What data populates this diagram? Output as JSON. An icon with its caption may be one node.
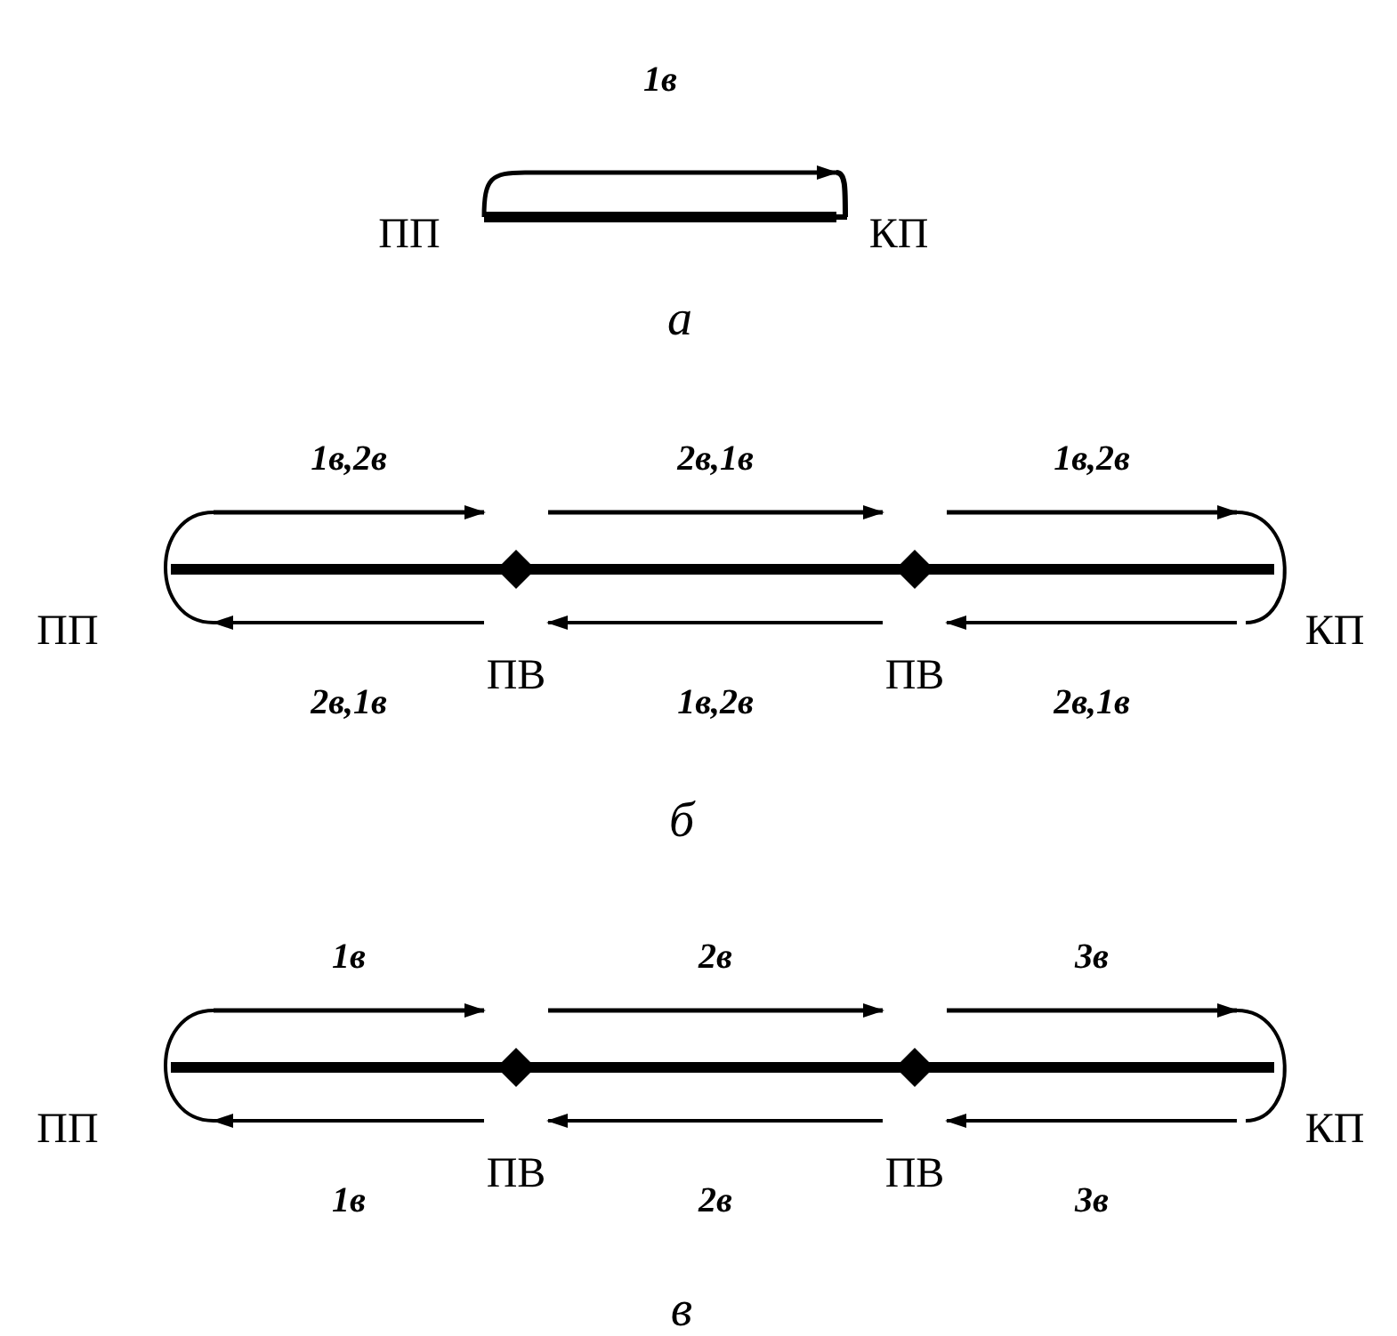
{
  "diagram": {
    "nodes": [
      {
        "text": [
          "ПП"
        ]
      },
      {
        "text": [
          "КП"
        ]
      },
      {
        "text": [
          "ПП"
        ]
      },
      {
        "text": [
          "ПВ"
        ]
      },
      {
        "text": [
          "ПВ"
        ]
      },
      {
        "text": [
          "КП"
        ]
      },
      {
        "text": [
          "ПП"
        ]
      },
      {
        "text": [
          "ПВ"
        ]
      },
      {
        "text": [
          "ПВ"
        ]
      },
      {
        "text": [
          "КП"
        ]
      }
    ],
    "edges": [
      {
        "from": 0,
        "to": 1,
        "arrow": "to",
        "label": "1в"
      },
      {
        "from": 0,
        "to": 1,
        "arrow": "none",
        "style": "thick"
      },
      {
        "from": 2,
        "to": 3,
        "arrow": "to",
        "label": "1в,2в"
      },
      {
        "from": 3,
        "to": 4,
        "arrow": "to",
        "label": "2в,1в"
      },
      {
        "from": 4,
        "to": 5,
        "arrow": "to",
        "label": "1в,2в"
      },
      {
        "from": 2,
        "to": 3,
        "arrow": "none",
        "style": "thick"
      },
      {
        "from": 3,
        "to": 4,
        "arrow": "none",
        "style": "thick"
      },
      {
        "from": 4,
        "to": 5,
        "arrow": "none",
        "style": "thick"
      },
      {
        "from": 5,
        "to": 4,
        "arrow": "to",
        "label": "2в,1в"
      },
      {
        "from": 4,
        "to": 3,
        "arrow": "to",
        "label": "1в,2в"
      },
      {
        "from": 3,
        "to": 2,
        "arrow": "to",
        "label": "2в,1в"
      },
      {
        "from": 6,
        "to": 7,
        "arrow": "to",
        "label": "1в"
      },
      {
        "from": 7,
        "to": 8,
        "arrow": "to",
        "label": "2в"
      },
      {
        "from": 8,
        "to": 9,
        "arrow": "to",
        "label": "3в"
      },
      {
        "from": 6,
        "to": 7,
        "arrow": "none",
        "style": "thick"
      },
      {
        "from": 7,
        "to": 8,
        "arrow": "none",
        "style": "thick"
      },
      {
        "from": 8,
        "to": 9,
        "arrow": "none",
        "style": "thick"
      },
      {
        "from": 9,
        "to": 8,
        "arrow": "to",
        "label": "3в"
      },
      {
        "from": 8,
        "to": 7,
        "arrow": "to",
        "label": "2в"
      },
      {
        "from": 7,
        "to": 6,
        "arrow": "to",
        "label": "1в"
      }
    ],
    "labels": [
      "а",
      "б",
      "в"
    ]
  }
}
